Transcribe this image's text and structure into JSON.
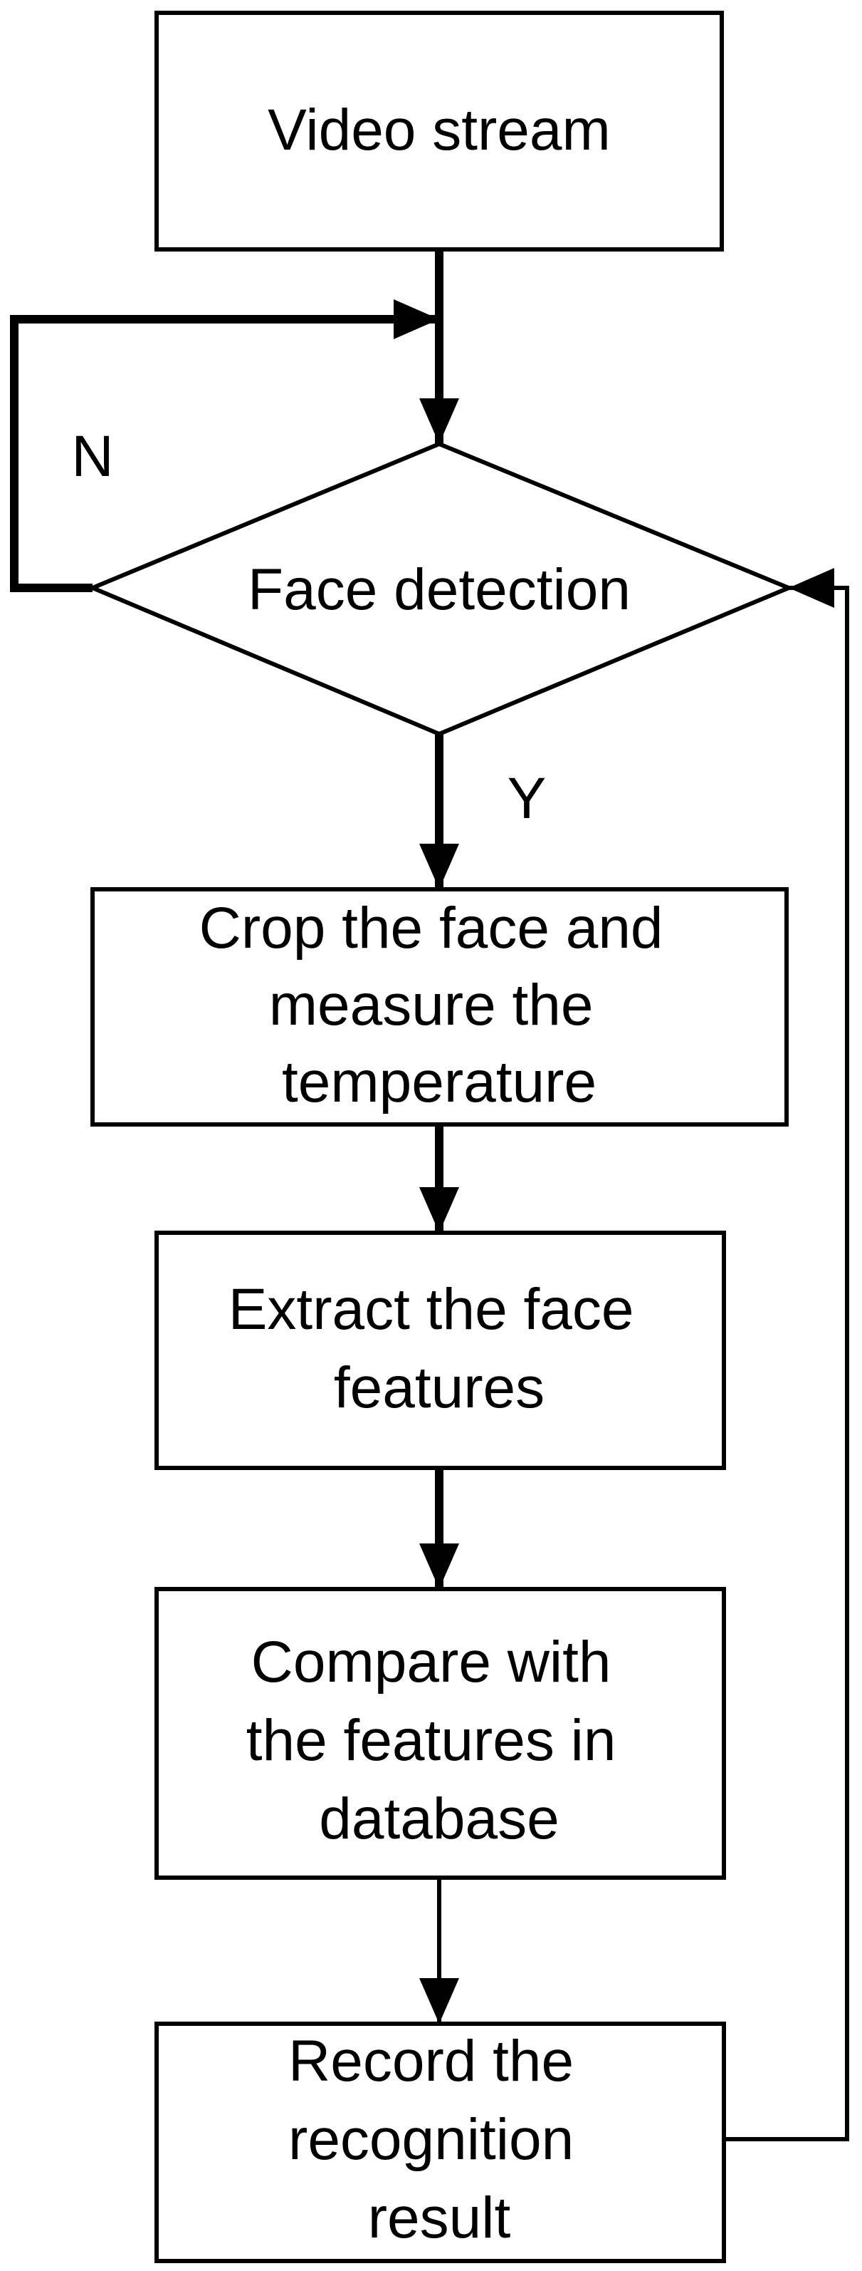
{
  "nodes": {
    "video_stream": {
      "lines": [
        "Video stream"
      ]
    },
    "face_detection": {
      "lines": [
        "Face detection"
      ]
    },
    "crop_measure": {
      "lines": [
        "Crop the face and",
        "measure the",
        "temperature"
      ]
    },
    "extract_features": {
      "lines": [
        "Extract the face",
        "features"
      ]
    },
    "compare_database": {
      "lines": [
        "Compare with",
        "the features in",
        "database"
      ]
    },
    "record_result": {
      "lines": [
        "Record the",
        "recognition",
        "result"
      ]
    }
  },
  "edge_labels": {
    "no": "N",
    "yes": "Y"
  },
  "colors": {
    "stroke": "#000000",
    "background": "#ffffff"
  }
}
